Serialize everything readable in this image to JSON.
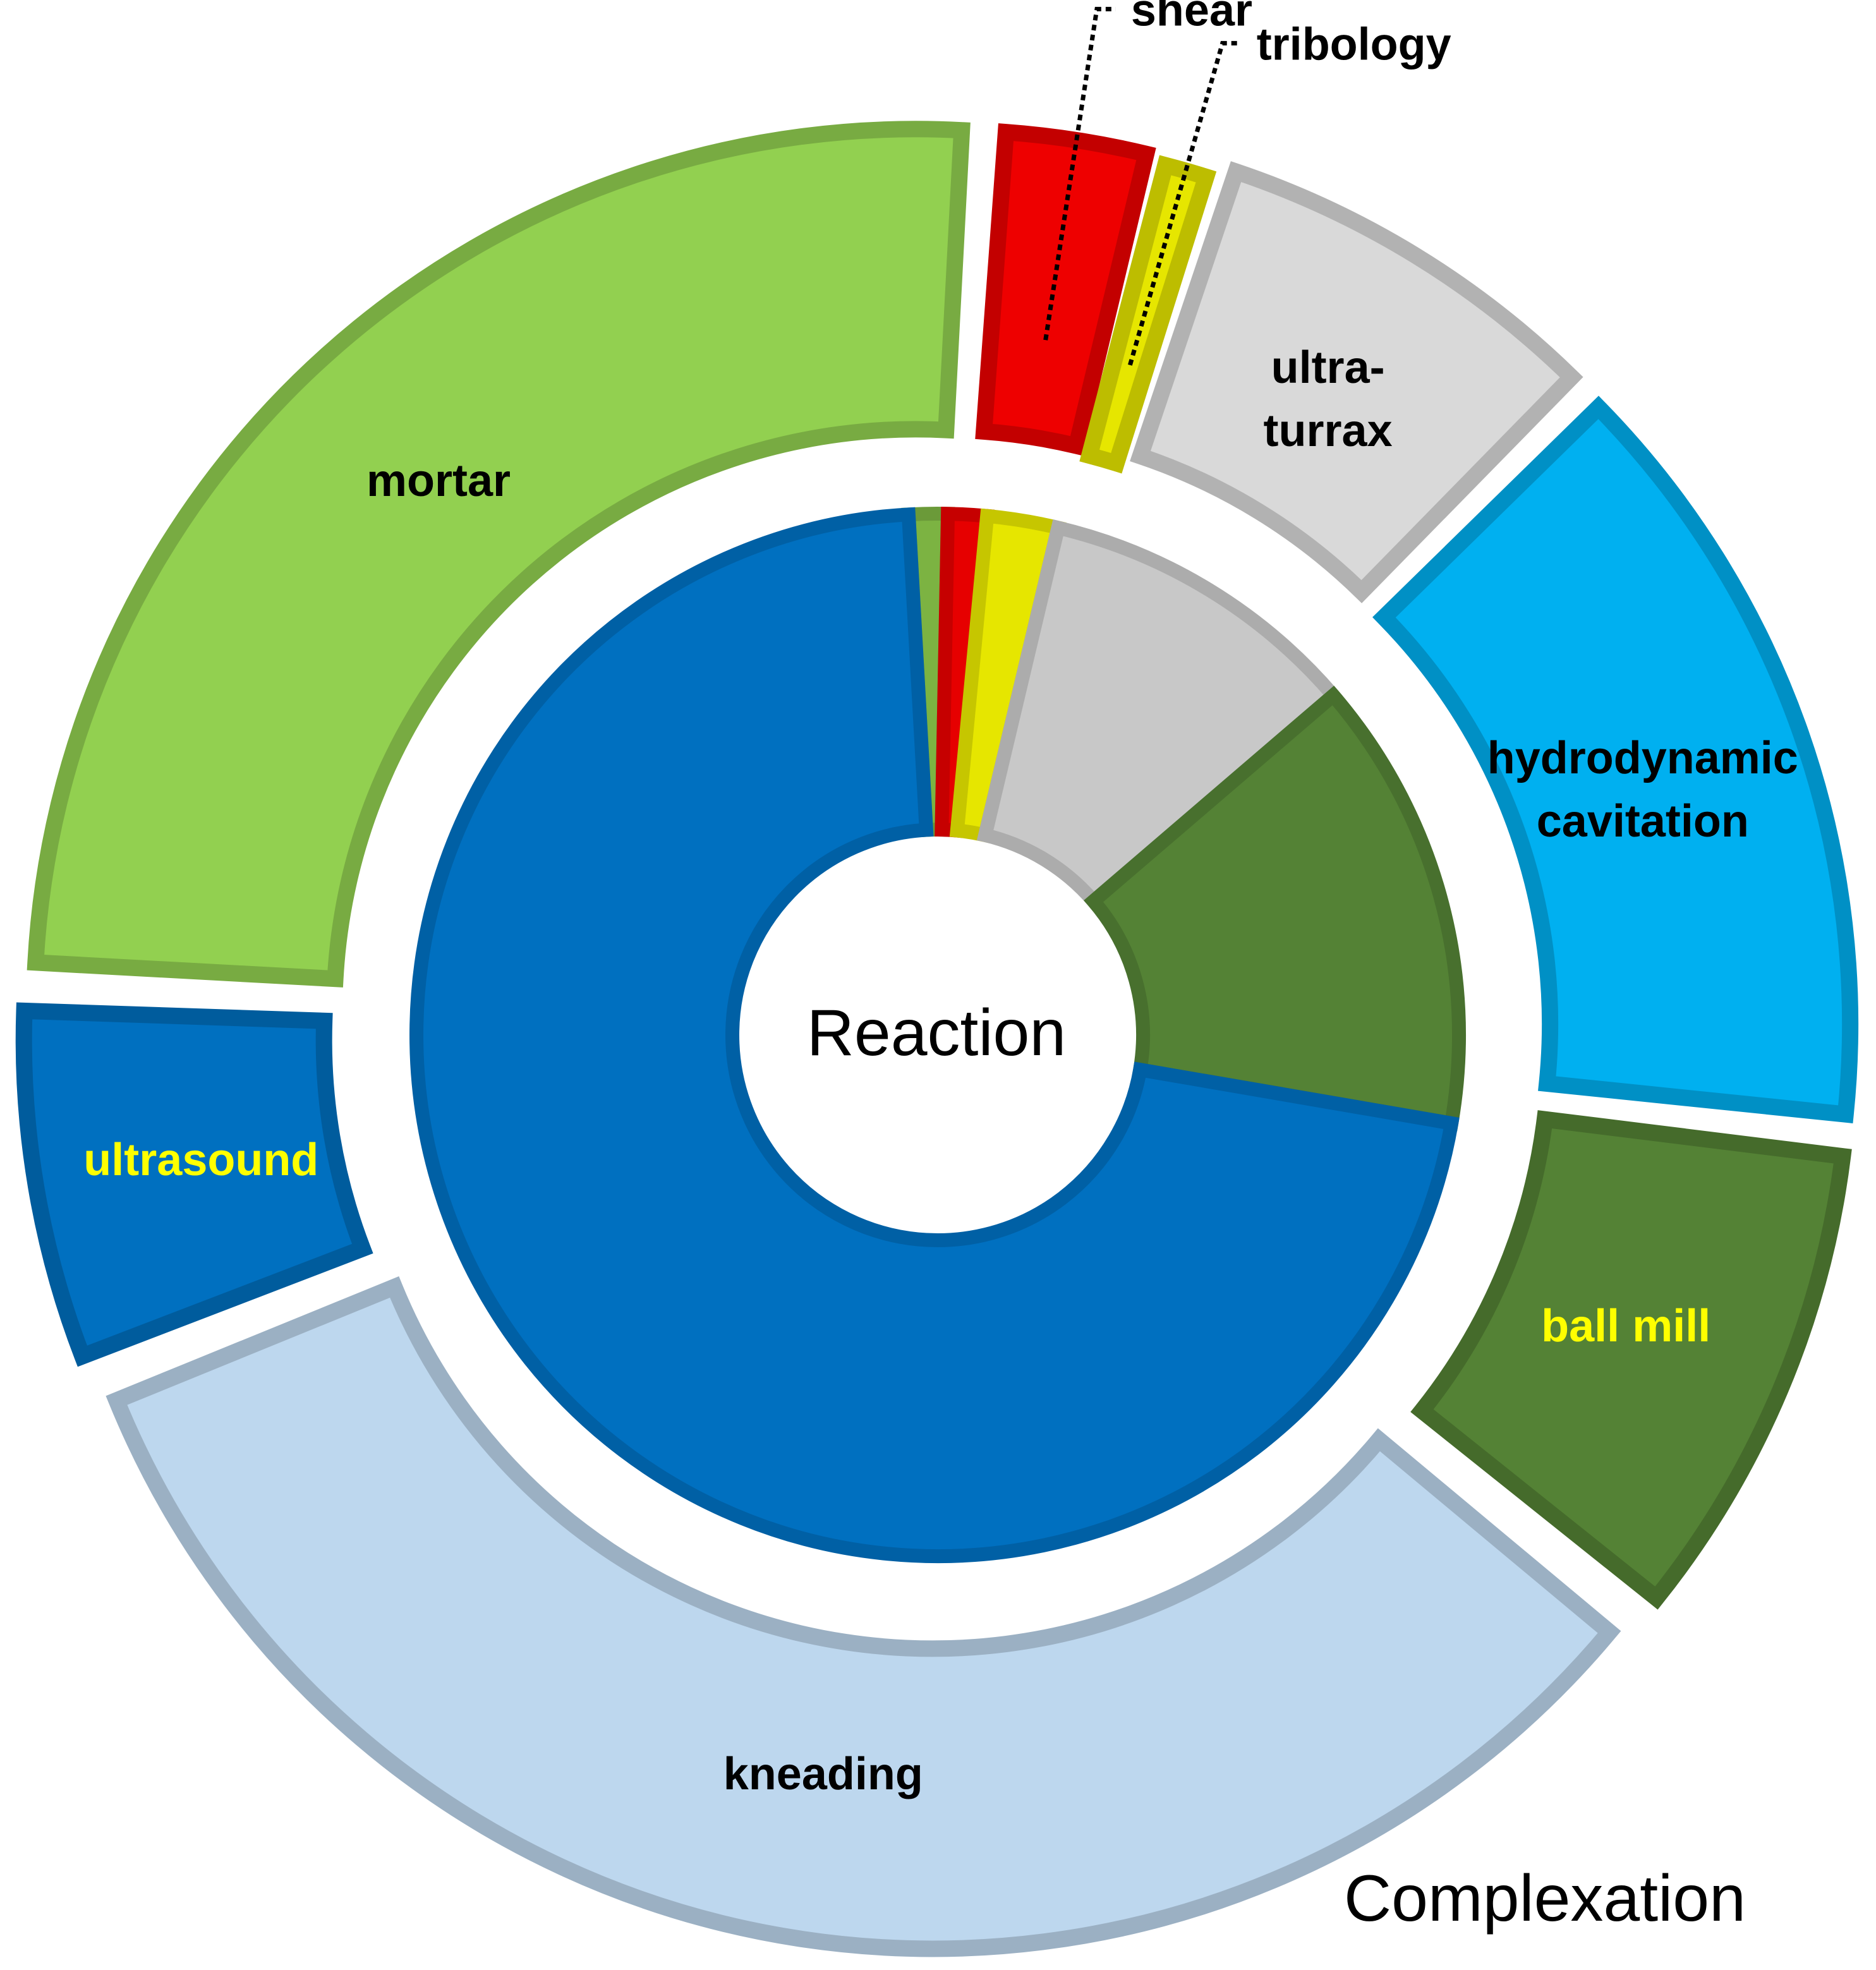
{
  "chart_data": {
    "type": "pie",
    "subtype": "nested-donut",
    "rings": [
      {
        "name": "Reaction",
        "position": "inner",
        "segments": [
          {
            "label": "",
            "value": 1.2,
            "color": "#7cb342"
          },
          {
            "label": "",
            "value": 1.2,
            "color": "#e60000"
          },
          {
            "label": "",
            "value": 2.2,
            "color": "#e6e600"
          },
          {
            "label": "",
            "value": 10.0,
            "color": "#c8c8c8"
          },
          {
            "label": "",
            "value": 14.0,
            "color": "#548235"
          },
          {
            "label": "",
            "value": 71.4,
            "color": "#0070c0"
          }
        ]
      },
      {
        "name": "Complexation",
        "position": "outer",
        "segments": [
          {
            "label": "shear",
            "value": 2.9,
            "color": "#ee0000",
            "label_color": "#000000",
            "callout": true
          },
          {
            "label": "tribology",
            "value": 1.1,
            "color": "#e6e600",
            "label_color": "#000000",
            "callout": true
          },
          {
            "label": "ultra-\nturrax",
            "value": 7.5,
            "color": "#d9d9d9",
            "label_color": "#000000"
          },
          {
            "label": "hydrodynamic\ncavitation",
            "value": 14.3,
            "color": "#00b0f0",
            "label_color": "#000000"
          },
          {
            "label": "ball mill",
            "value": 9.1,
            "color": "#548235",
            "label_color": "#ffff00"
          },
          {
            "label": "kneading",
            "value": 33.1,
            "color": "#bdd7ee",
            "label_color": "#000000"
          },
          {
            "label": "ultrasound",
            "value": 6.7,
            "color": "#0070c0",
            "label_color": "#ffff00"
          },
          {
            "label": "mortar",
            "value": 25.3,
            "color": "#92d050",
            "label_color": "#000000"
          }
        ]
      }
    ],
    "legend": "none",
    "grid": false
  }
}
